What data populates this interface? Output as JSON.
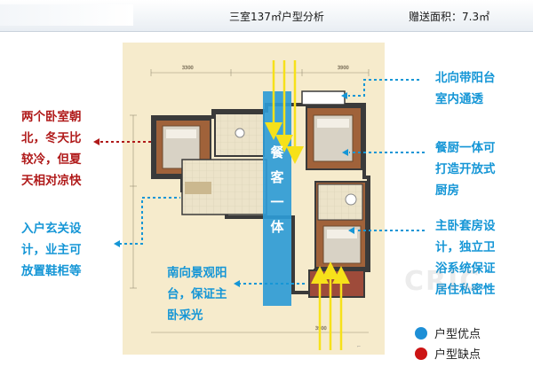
{
  "header": {
    "title": "三室137㎡户型分析",
    "bonus_area": "赠送面积：7.3㎡"
  },
  "notes": {
    "north_balcony": [
      "北向带阳台",
      "室内通透"
    ],
    "bedrooms_north": [
      "两个卧室朝",
      "北，冬天比",
      "较冷，但夏",
      "天相对凉快"
    ],
    "kitchen_open": [
      "餐厨一体可",
      "打造开放式",
      "厨房"
    ],
    "entry_cabinet": [
      "入户玄关设",
      "计，业主可",
      "放置鞋柜等"
    ],
    "master_suite": [
      "主卧套房设",
      "计，独立卫",
      "浴系统保证",
      "居住私密性"
    ],
    "south_balcony": [
      "南向景观阳",
      "台，保证主",
      "卧采光"
    ]
  },
  "plan_labels": {
    "central": [
      "餐",
      "客",
      "一",
      "体"
    ]
  },
  "legend": {
    "good_label": "户型优点",
    "bad_label": "户型缺点"
  },
  "colors": {
    "good": "#1596d6",
    "bad": "#b01a1a",
    "wall": "#3a3a3a",
    "floor": "#f6ebcc",
    "room_brown": "#a0623a",
    "axis_highlight": "#2e9bd6",
    "sun_arrow": "#f6e11a"
  }
}
